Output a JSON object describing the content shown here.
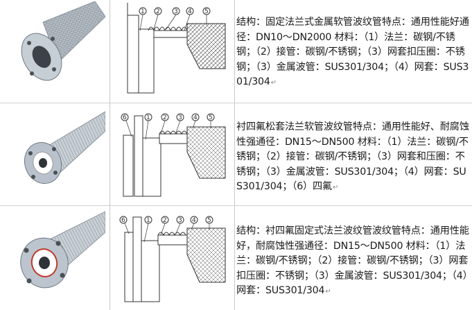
{
  "rows": [
    {
      "text": "结构：固定法兰式金属软管波纹管特点：通用性能好通径：DN10～DN2000 材料：（1）法兰：碳钢/不锈钢；（2）接管：碳钢/不锈钢；（3）网套扣压圈：不锈钢；（3）金属波管：SUS301/304；（4）网套：SUS301/304",
      "labels": [
        "1",
        "2",
        "3",
        "4",
        "5"
      ]
    },
    {
      "text": "衬四氟松套法兰软管波纹管特点：通用性能好、耐腐蚀性强通径：DN15～DN500 材料：（1）法兰：碳钢/不锈钢；（2）接管：碳钢/不锈钢；（3）网套和压圈：不锈钢；（3）金属波管：SUS301/304；（4）网套：SUS301/304；（6）四氟",
      "labels": [
        "6",
        "1",
        "2",
        "3",
        "4",
        "5"
      ]
    },
    {
      "text": "结构：衬四氟固定式法兰波纹管波纹管特点：通用性能好，耐腐蚀性强通径：DN15～DN500 材料：（1）法兰：碳钢/不锈钢；（2）接管：碳钢/不锈钢；（3）网套扣压圈：不锈钢；（3）金属波管：SUS301/304；（4）网套：SUS301/304",
      "labels": [
        "6",
        "1",
        "2",
        "3",
        "4",
        "5"
      ]
    }
  ],
  "return_mark": "↵",
  "colors": {
    "border": "#c8c8c8",
    "steel": "#9aa3ad",
    "flange": "#b9c2cc",
    "ptfe": "#ffffff",
    "red_seal": "#c0392b"
  }
}
